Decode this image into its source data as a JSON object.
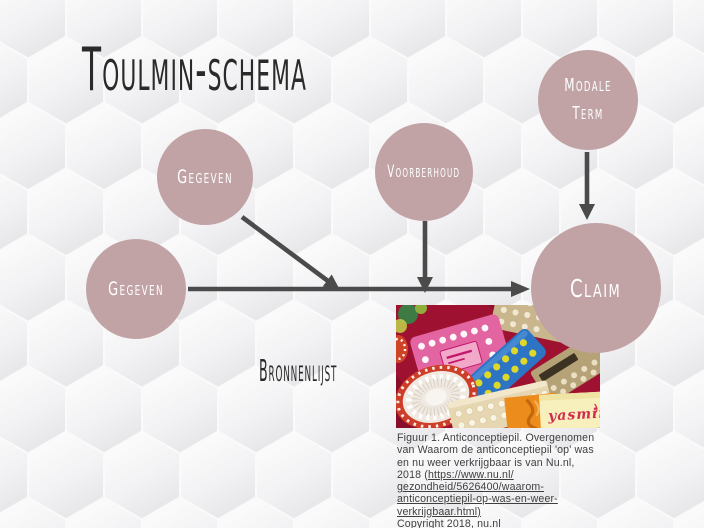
{
  "slide": {
    "title": "Toulmin-schema",
    "bronnenlijst_label": "Bronnenlijst"
  },
  "diagram": {
    "nodes": [
      {
        "id": "gegeven-top",
        "label": "Gegeven"
      },
      {
        "id": "gegeven-left",
        "label": "Gegeven"
      },
      {
        "id": "voorberhoud",
        "label": "Voorberhoud"
      },
      {
        "id": "modale-term",
        "label": "Modale Term"
      },
      {
        "id": "claim",
        "label": "Claim"
      }
    ],
    "node_color": "#c1a3a6",
    "node_text_color": "#ffffff",
    "arrow_color": "#4b4b4b"
  },
  "figure": {
    "image_text_yasmin": "yasmin",
    "caption": {
      "line1": "Figuur 1. Anticonceptiepil. Overgenomen",
      "line2": "van Waarom de anticonceptiepil 'op' was",
      "line3": "en nu weer verkrijgbaar is van Nu.nl,",
      "line4_prefix": "2018 (",
      "line4_link": "https://www.nu.nl/",
      "line5_link": "gezondheid/5626400/waarom-",
      "line6_link": "anticonceptiepil-op-was-en-weer-",
      "line7_link": "verkrijgbaar.html)",
      "line8": "Copyright 2018, nu.nl"
    }
  },
  "background": {
    "base_color": "#e9e9eb",
    "hex_light": "#fdfdfd",
    "hex_dark": "#e4e4e7"
  }
}
